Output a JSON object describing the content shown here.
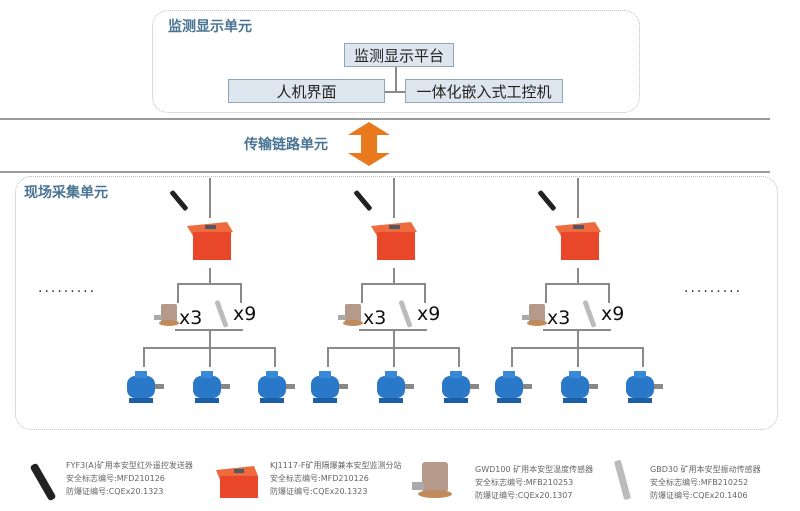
{
  "monitor_unit": {
    "title": "监测显示单元",
    "platform": "监测显示平台",
    "hmi": "人机界面",
    "ipc": "一体化嵌入式工控机"
  },
  "transmission_unit": {
    "title": "传输链路单元"
  },
  "field_unit": {
    "title": "现场采集单元",
    "ellipsis_left": "·········",
    "ellipsis_right": "·········"
  },
  "groups": [
    {
      "temp_count": "x3",
      "vib_count": "x9"
    },
    {
      "temp_count": "x3",
      "vib_count": "x9"
    },
    {
      "temp_count": "x3",
      "vib_count": "x9"
    }
  ],
  "legend": [
    {
      "name": "FYF3(A)矿用本安型红外遥控发送器",
      "safety": "安全标志编号:MFD210126",
      "explosion": "防爆证编号:CQEx20.1323"
    },
    {
      "name": "KJ1117-F矿用隔爆兼本安型监测分站",
      "safety": "安全标志编号:MFD210126",
      "explosion": "防爆证编号:CQEx20.1323"
    },
    {
      "name": "GWD100 矿用本安型温度传感器",
      "safety": "安全标志编号:MFB210253",
      "explosion": "防爆证编号:CQEx20.1307"
    },
    {
      "name": "GBD30 矿用本安型振动传感器",
      "safety": "安全标志编号:MFB210252",
      "explosion": "防爆证编号:CQEx20.1406"
    }
  ],
  "colors": {
    "accent": "#e8791c",
    "title": "#4a7493",
    "station": "#e8472a",
    "motor": "#2a78c8"
  }
}
